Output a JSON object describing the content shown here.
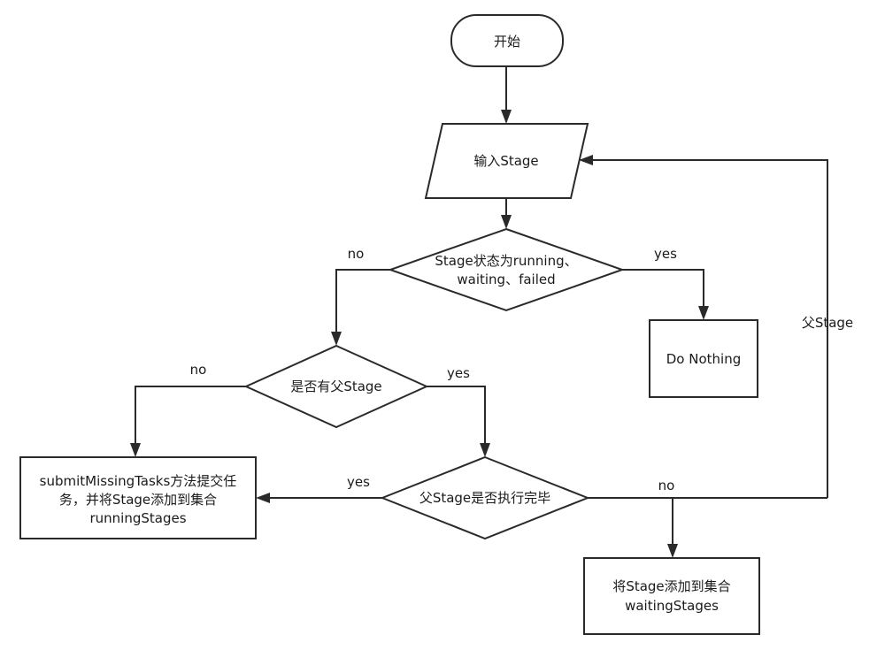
{
  "nodes": {
    "start": "开始",
    "input": "输入Stage",
    "state_check": {
      "line1": "Stage状态为running、",
      "line2": "waiting、failed"
    },
    "do_nothing": "Do Nothing",
    "has_parent": "是否有父Stage",
    "parent_done": "父Stage是否执行完毕",
    "submit": {
      "line1": "submitMissingTasks方法提交任",
      "line2": "务，并将Stage添加到集合",
      "line3": "runningStages"
    },
    "waiting": {
      "line1": "将Stage添加到集合",
      "line2": "waitingStages"
    }
  },
  "edges": {
    "state_no": "no",
    "state_yes": "yes",
    "parent_no": "no",
    "parent_yes": "yes",
    "done_yes": "yes",
    "done_no": "no",
    "loop": "父Stage"
  }
}
